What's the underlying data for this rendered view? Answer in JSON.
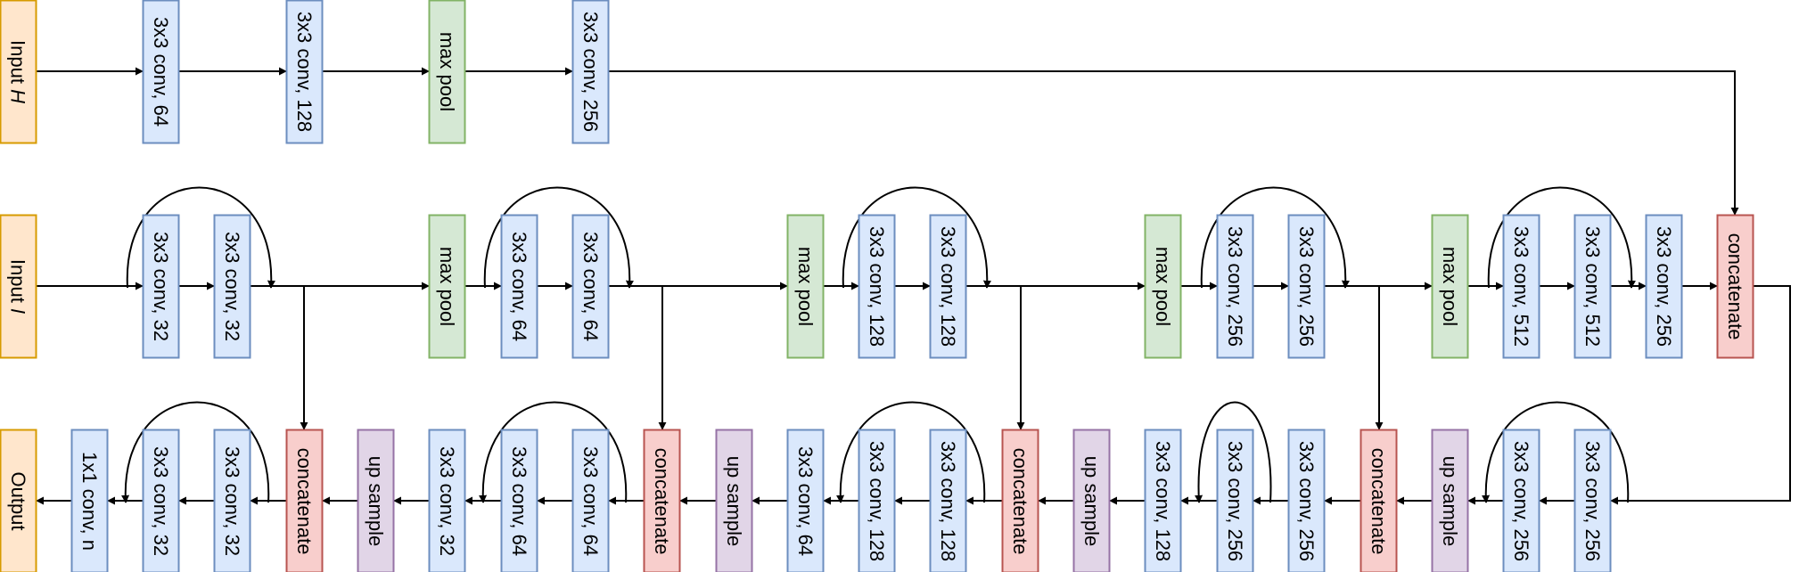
{
  "colors": {
    "input": {
      "fill": "#ffe6cc",
      "stroke": "#d79b00"
    },
    "conv": {
      "fill": "#dae8fc",
      "stroke": "#6c8ebf"
    },
    "pool": {
      "fill": "#d5e8d4",
      "stroke": "#82b366"
    },
    "concat": {
      "fill": "#f8cecc",
      "stroke": "#b85450"
    },
    "upsample": {
      "fill": "#e1d5e7",
      "stroke": "#9673a6"
    },
    "arrow": "#000000"
  },
  "input_h": {
    "prefix": "Input ",
    "var": "H"
  },
  "input_i": {
    "prefix": "Input ",
    "var": "I"
  },
  "output": "Output",
  "blocks": {
    "h_conv1": "3x3 conv, 64",
    "h_conv2": "3x3 conv, 128",
    "h_pool": "max pool",
    "h_conv3": "3x3 conv, 256",
    "i_conv1": "3x3 conv, 32",
    "i_conv2": "3x3 conv, 32",
    "i_pool1": "max pool",
    "i_conv3": "3x3 conv, 64",
    "i_conv4": "3x3 conv, 64",
    "i_pool2": "max pool",
    "i_conv5": "3x3 conv, 128",
    "i_conv6": "3x3 conv, 128",
    "i_pool3": "max pool",
    "i_conv7": "3x3 conv, 256",
    "i_conv8": "3x3 conv, 256",
    "i_pool4": "max pool",
    "i_conv9": "3x3 conv, 512",
    "i_conv10": "3x3 conv, 512",
    "i_conv11": "3x3 conv, 256",
    "concat_main": "concatenate",
    "d_conv1": "3x3 conv, 256",
    "d_conv2": "3x3 conv, 256",
    "d_up1": "up sample",
    "d_concat1": "concatenate",
    "d_conv3": "3x3 conv, 256",
    "d_conv4": "3x3 conv, 256",
    "d_conv5": "3x3 conv, 128",
    "d_up2": "up sample",
    "d_concat2": "concatenate",
    "d_conv6": "3x3 conv, 128",
    "d_conv7": "3x3 conv, 128",
    "d_conv8": "3x3 conv, 64",
    "d_up3": "up sample",
    "d_concat3": "concatenate",
    "d_conv9": "3x3 conv, 64",
    "d_conv10": "3x3 conv, 64",
    "d_conv11": "3x3 conv, 32",
    "d_up4": "up sample",
    "d_concat4": "concatenate",
    "d_conv12": "3x3 conv, 32",
    "d_conv13": "3x3 conv, 32",
    "d_conv14": "1x1 conv, n"
  }
}
